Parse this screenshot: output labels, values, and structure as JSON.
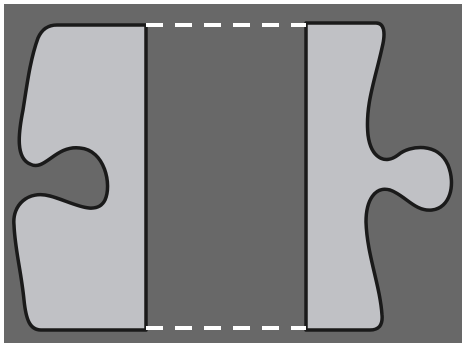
{
  "colors": {
    "page": "#ffffff",
    "background": "#686868",
    "piece_fill": "#c0c1c5",
    "outline": "#1a1a1a",
    "dashes": "#ffffff"
  },
  "elements": {
    "left_piece": "jigsaw-piece-with-socket",
    "right_piece": "jigsaw-piece-with-tab",
    "gap_guides": "dashed-white-lines"
  }
}
